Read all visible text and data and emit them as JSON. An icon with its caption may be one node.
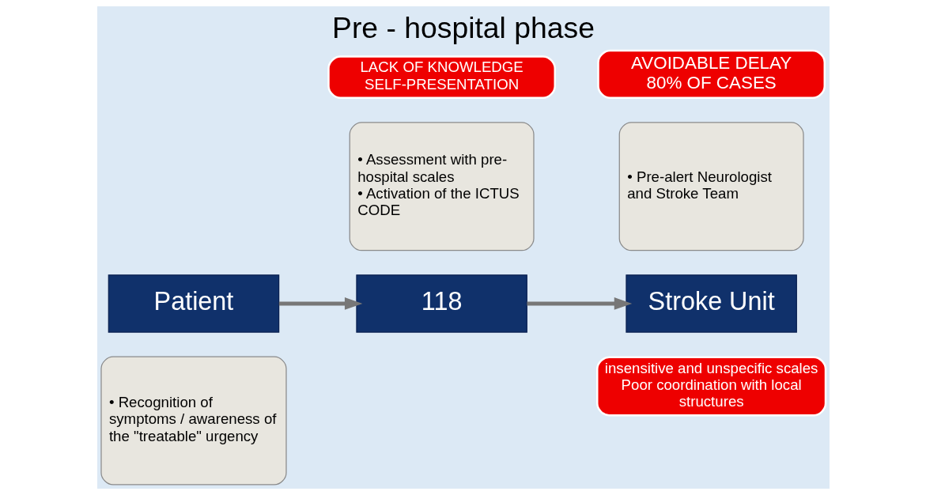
{
  "diagram": {
    "title": "Pre - hospital phase",
    "nodes": [
      {
        "text": [
          "insensitive and unspecific scales",
          "Poor coordination with local structures"
        ]
      },
      {
        "text": [
          "• Recognition of symptoms / awareness of the \"treatable\" urgency"
        ]
      },
      {
        "text": [
          "118"
        ]
      },
      {
        "text": [
          "• Assessment with pre-hospital scales",
          "• Activation of the ICTUS CODE"
        ]
      },
      {
        "text": [
          "• Pre-alert Neurologist and Stroke Team"
        ]
      },
      {
        "text": [
          "Patient"
        ]
      },
      {
        "text": [
          "Stroke Unit"
        ]
      },
      {
        "text": [
          "LACK OF KNOWLEDGE",
          "SELF-PRESENTATION"
        ]
      },
      {
        "text": [
          "AVOIDABLE DELAY 80% OF CASES"
        ]
      }
    ],
    "edges": [
      {
        "from": 5,
        "to": 2,
        "arrow": "to"
      },
      {
        "from": 2,
        "to": 6,
        "arrow": "to"
      }
    ]
  }
}
